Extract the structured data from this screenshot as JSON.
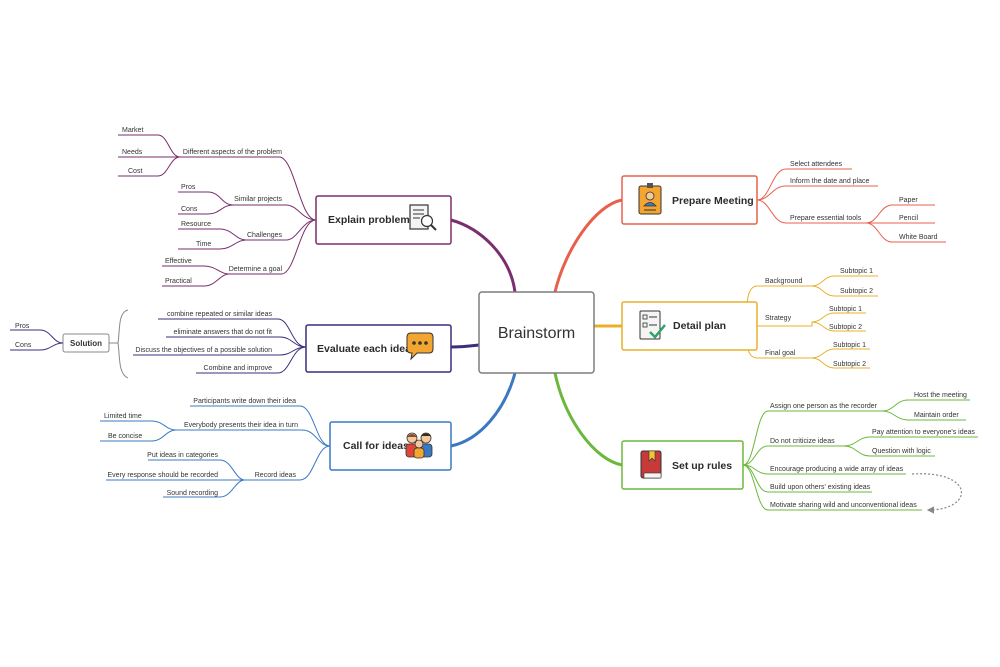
{
  "root": {
    "label": "Brainstorm"
  },
  "branches": {
    "explain": {
      "label": "Explain problem",
      "icon": "document-magnifier-icon",
      "color": "#7a2e6e",
      "groups": [
        {
          "label": "Different aspects of the problem",
          "items": [
            "Market",
            "Needs",
            "Cost"
          ]
        },
        {
          "label": "Similar projects",
          "items": [
            "Pros",
            "Cons"
          ]
        },
        {
          "label": "Challenges",
          "items": [
            "Resource",
            "Time"
          ]
        },
        {
          "label": "Determine a goal",
          "items": [
            "Effective",
            "Practical"
          ]
        }
      ]
    },
    "evaluate": {
      "label": "Evaluate each idea",
      "icon": "speech-bubble-icon",
      "color": "#3a2f7d",
      "items": [
        "combine repeated or similar ideas",
        "eliminate answers that do not fit",
        "Discuss the objectives of a possible solution",
        "Combine and improve"
      ],
      "solution": {
        "label": "Solution",
        "items": [
          "Pros",
          "Cons"
        ]
      }
    },
    "call": {
      "label": "Call for ideas",
      "icon": "people-group-icon",
      "color": "#3a78c2",
      "items": [
        "Participants write down their idea"
      ],
      "groups": [
        {
          "label": "Everybody presents their idea in turn",
          "items": [
            "Limited time",
            "Be concise"
          ]
        },
        {
          "label": "Record ideas",
          "items": [
            "Put ideas in categories",
            "Every response should be recorded",
            "Sound recording"
          ]
        }
      ]
    },
    "prepare": {
      "label": "Prepare Meeting",
      "icon": "id-badge-icon",
      "color": "#e8604c",
      "items": [
        "Select attendees",
        "Inform the date and place"
      ],
      "groups": [
        {
          "label": "Prepare essential tools",
          "items": [
            "Paper",
            "Pencil",
            "White Board"
          ]
        }
      ]
    },
    "detail": {
      "label": "Detail plan",
      "icon": "checklist-icon",
      "color": "#e8b02a",
      "groups": [
        {
          "label": "Background",
          "items": [
            "Subtopic 1",
            "Subtopic 2"
          ]
        },
        {
          "label": "Strategy",
          "items": [
            "Subtopic 1",
            "Subtopic 2"
          ]
        },
        {
          "label": "Final goal",
          "items": [
            "Subtopic 1",
            "Subtopic 2"
          ]
        }
      ]
    },
    "rules": {
      "label": "Set up rules",
      "icon": "rule-book-icon",
      "color": "#6bb83a",
      "groups": [
        {
          "label": "Assign one person as the recorder",
          "items": [
            "Host the meeting",
            "Maintain order"
          ]
        },
        {
          "label": "Do not criticize ideas",
          "items": [
            "Pay attention to everyone's ideas",
            "Question with logic"
          ]
        }
      ],
      "items": [
        "Encourage producing a wide array of ideas",
        "Build upon others' existing ideas",
        "Motivate sharing wild and unconventional ideas"
      ]
    }
  }
}
